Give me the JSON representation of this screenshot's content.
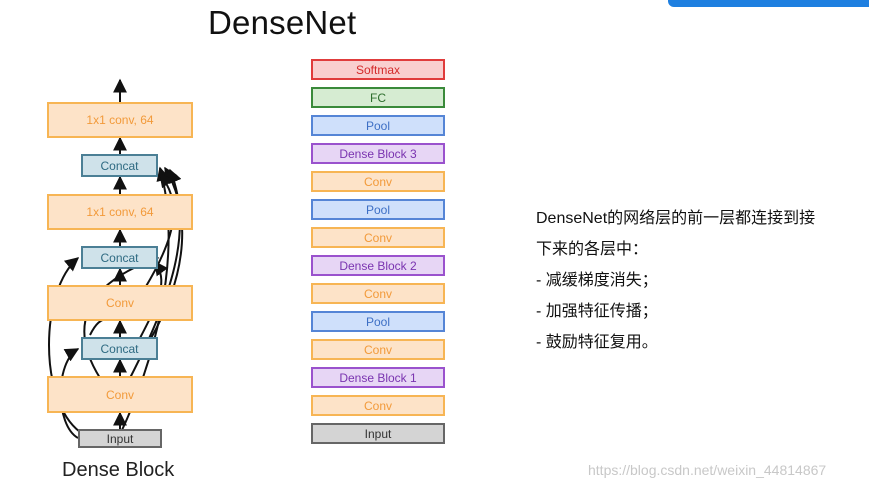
{
  "title": "DenseNet",
  "dense_block": {
    "caption": "Dense Block",
    "input": "Input",
    "conv1": "Conv",
    "concat1": "Concat",
    "conv2": "Conv",
    "concat2": "Concat",
    "conv3": "1x1 conv, 64",
    "concat3": "Concat",
    "conv4": "1x1 conv, 64"
  },
  "network_stack": [
    {
      "label": "Softmax",
      "kind": "red"
    },
    {
      "label": "FC",
      "kind": "green"
    },
    {
      "label": "Pool",
      "kind": "blue"
    },
    {
      "label": "Dense Block 3",
      "kind": "purple"
    },
    {
      "label": "Conv",
      "kind": "orange"
    },
    {
      "label": "Pool",
      "kind": "blue"
    },
    {
      "label": "Conv",
      "kind": "orange"
    },
    {
      "label": "Dense Block 2",
      "kind": "purple"
    },
    {
      "label": "Conv",
      "kind": "orange"
    },
    {
      "label": "Pool",
      "kind": "blue"
    },
    {
      "label": "Conv",
      "kind": "orange"
    },
    {
      "label": "Dense Block 1",
      "kind": "purple"
    },
    {
      "label": "Conv",
      "kind": "orange"
    },
    {
      "label": "Input",
      "kind": "gray"
    }
  ],
  "description": {
    "line1": "DenseNet的网络层的前一层都连接到接",
    "line2": "下来的各层中：",
    "bullet1": "- 减缓梯度消失；",
    "bullet2": "- 加强特征传播；",
    "bullet3": "- 鼓励特征复用。"
  },
  "watermark": "https://blog.csdn.net/weixin_44814867",
  "colors": {
    "orange_border": "#f7b554",
    "concat_border": "#4b7f95",
    "softmax_red": "#e03c3c",
    "fc_green": "#3a8a3a",
    "pool_blue": "#5585d6",
    "dense_purple": "#9a52cd",
    "accent_bar": "#1e7fe0"
  }
}
